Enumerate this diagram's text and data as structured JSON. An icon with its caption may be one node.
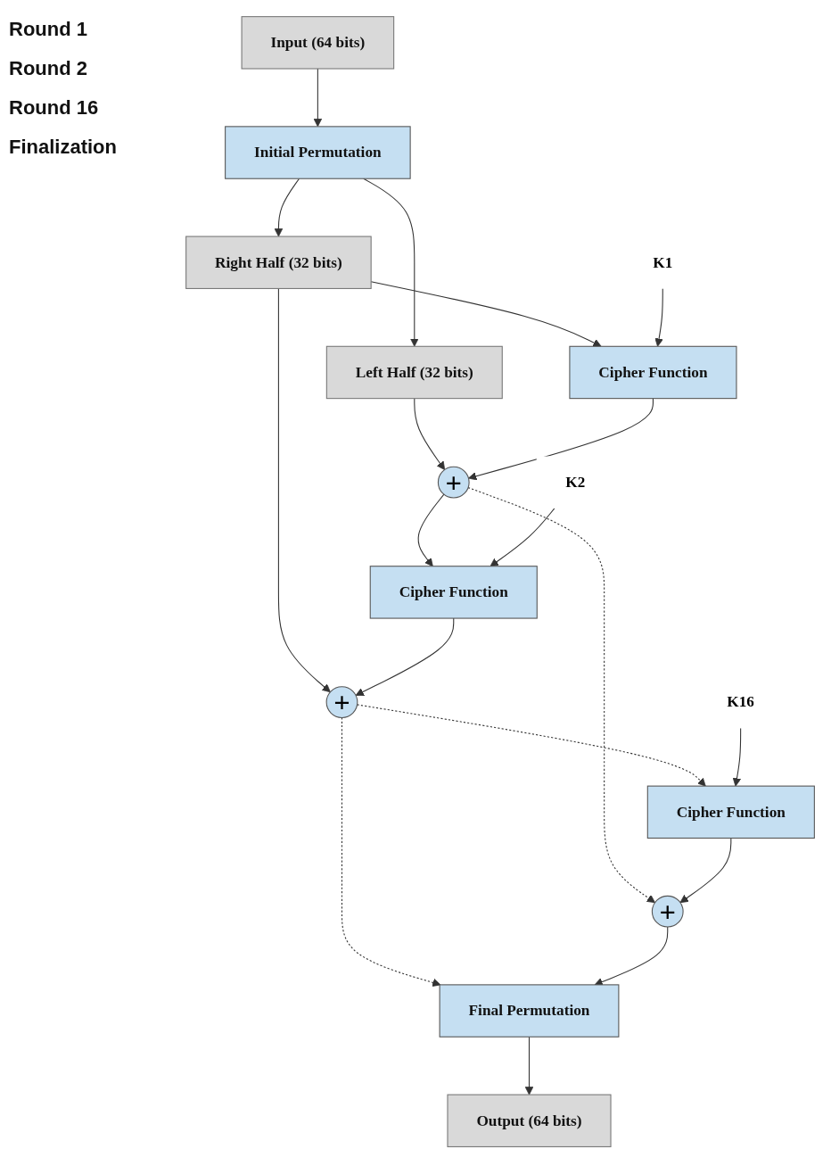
{
  "diagram": {
    "nodes": [
      {
        "text": [
          "Input (64 bits)"
        ]
      },
      {
        "text": [
          "Initial Permutation"
        ]
      },
      {
        "text": [
          "Left Half (32 bits)"
        ]
      },
      {
        "text": [
          "Right Half (32 bits)"
        ]
      },
      {
        "text": [
          "+"
        ]
      },
      {
        "text": [
          "Cipher Function"
        ]
      },
      {
        "text": [
          "K1"
        ]
      },
      {
        "text": [
          "+"
        ]
      },
      {
        "text": [
          "Cipher Function"
        ]
      },
      {
        "text": [
          "K2"
        ]
      },
      {
        "text": [
          "+"
        ]
      },
      {
        "text": [
          "Cipher Function"
        ]
      },
      {
        "text": [
          "K16"
        ]
      },
      {
        "text": [
          "Final Permutation"
        ]
      },
      {
        "text": [
          "Output (64 bits)"
        ]
      }
    ],
    "edges": [
      {
        "from": 0,
        "to": 1,
        "arrow": "to"
      },
      {
        "from": 1,
        "to": 2,
        "arrow": "to"
      },
      {
        "from": 1,
        "to": 3,
        "arrow": "to"
      },
      {
        "from": 2,
        "to": 4,
        "arrow": "to"
      },
      {
        "from": 3,
        "to": 5,
        "arrow": "to"
      },
      {
        "from": 3,
        "to": 7,
        "arrow": "to"
      },
      {
        "from": 6,
        "to": 5,
        "arrow": "to"
      },
      {
        "from": 5,
        "to": 4,
        "arrow": "to"
      },
      {
        "from": 4,
        "to": 8,
        "arrow": "to"
      },
      {
        "from": 4,
        "to": 10,
        "arrow": "to",
        "style": "dashed"
      },
      {
        "from": 9,
        "to": 8,
        "arrow": "to"
      },
      {
        "from": 8,
        "to": 7,
        "arrow": "to"
      },
      {
        "from": 7,
        "to": 11,
        "arrow": "to",
        "style": "dashed"
      },
      {
        "from": 7,
        "to": 13,
        "arrow": "to",
        "style": "dashed"
      },
      {
        "from": 12,
        "to": 11,
        "arrow": "to"
      },
      {
        "from": 11,
        "to": 10,
        "arrow": "to"
      },
      {
        "from": 10,
        "to": 13,
        "arrow": "to"
      },
      {
        "from": 13,
        "to": 14,
        "arrow": "to"
      }
    ],
    "labels": [
      "Round 1",
      "Round 2",
      "Round 16",
      "Finalization"
    ]
  }
}
